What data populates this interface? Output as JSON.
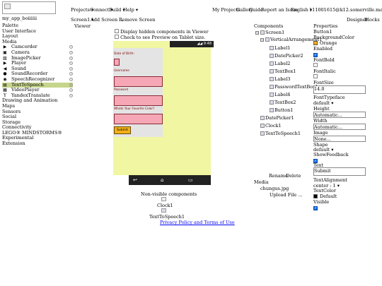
{
  "header": {
    "project_name": "my_app_boiiiiii",
    "nav": [
      "Projects ▾",
      "Connect ▾",
      "Build ▾",
      "Help ▾"
    ],
    "right_nav": [
      "My Projects",
      "Gallery",
      "Guide",
      "Report an Issue",
      "English ▾",
      "111001615@k12.somerville.ma.us ▾"
    ]
  },
  "toolbar": {
    "screen_select": "Screen1 ▾",
    "add_screen": "Add Screen ...",
    "remove_screen": "Remove Screen",
    "designer": "Designer",
    "blocks": "Blocks"
  },
  "palette": {
    "title": "Palette",
    "groups_top": [
      "User Interface",
      "Layout",
      "Media"
    ],
    "media_items": [
      {
        "label": "Camcorder",
        "icon": "camcorder-icon",
        "glyph": "▶"
      },
      {
        "label": "Camera",
        "icon": "camera-icon",
        "glyph": "▣"
      },
      {
        "label": "ImagePicker",
        "icon": "image-picker-icon",
        "glyph": "▨"
      },
      {
        "label": "Player",
        "icon": "player-icon",
        "glyph": "▶"
      },
      {
        "label": "Sound",
        "icon": "sound-icon",
        "glyph": "◀"
      },
      {
        "label": "SoundRecorder",
        "icon": "sound-recorder-icon",
        "glyph": "●"
      },
      {
        "label": "SpeechRecognizer",
        "icon": "speech-recognizer-icon",
        "glyph": "◉"
      },
      {
        "label": "TextToSpeech",
        "icon": "text-to-speech-icon",
        "glyph": "▤"
      },
      {
        "label": "VideoPlayer",
        "icon": "video-player-icon",
        "glyph": "▦"
      },
      {
        "label": "YandexTranslate",
        "icon": "yandex-translate-icon",
        "glyph": "Y"
      }
    ],
    "groups_bottom": [
      "Drawing and Animation",
      "Maps",
      "Sensors",
      "Social",
      "Storage",
      "Connectivity",
      "LEGO® MINDSTORMS®",
      "Experimental",
      "Extension"
    ],
    "help_glyph": "?",
    "selected_color": "#c6d58c"
  },
  "viewer": {
    "title": "Viewer",
    "option_hidden": "Display hidden components in Viewer",
    "option_preview": "Check to see Preview on Tablet size.",
    "status_time": "9:48",
    "labels": [
      "Date of Birth:",
      "Username",
      "Password",
      "Whats Your Favorite Color?"
    ],
    "submit": "Submit",
    "nav_icons": [
      "↩",
      "⌂",
      "▭"
    ],
    "nonvisible_title": "Non-visible components",
    "nonvisible": [
      "Clock1",
      "TextToSpeech1"
    ],
    "screen_color": "#f0f6a2"
  },
  "components": {
    "title": "Components",
    "tree": [
      {
        "label": "Screen1",
        "level": 0,
        "toggle": "−",
        "icon": "screen-icon"
      },
      {
        "label": "VerticalArrangement1",
        "level": 1,
        "toggle": "−",
        "icon": "vertical-arrangement-icon"
      },
      {
        "label": "Label1",
        "level": 2,
        "icon": "label-icon"
      },
      {
        "label": "DatePicker2",
        "level": 2,
        "icon": "datepicker-icon"
      },
      {
        "label": "Label2",
        "level": 2,
        "icon": "label-icon"
      },
      {
        "label": "TextBox1",
        "level": 2,
        "icon": "textbox-icon"
      },
      {
        "label": "Label3",
        "level": 2,
        "icon": "label-icon"
      },
      {
        "label": "PasswordTextBox1",
        "level": 2,
        "icon": "password-textbox-icon"
      },
      {
        "label": "Label4",
        "level": 2,
        "icon": "label-icon"
      },
      {
        "label": "TextBox2",
        "level": 2,
        "icon": "textbox-icon"
      },
      {
        "label": "Button1",
        "level": 2,
        "icon": "button-icon"
      },
      {
        "label": "DatePicker1",
        "level": 1,
        "icon": "datepicker-icon"
      },
      {
        "label": "Clock1",
        "level": 1,
        "icon": "clock-icon"
      },
      {
        "label": "TextToSpeech1",
        "level": 1,
        "icon": "text-to-speech-icon"
      }
    ],
    "rename": "Rename",
    "delete": "Delete",
    "media_title": "Media",
    "media_file": "chungus.jpg",
    "upload": "Upload File ..."
  },
  "properties": {
    "title": "Properties",
    "component": "Button1",
    "background_color_label": "BackgroundColor",
    "background_color_value": "Orange",
    "background_color_hex": "#f2b01a",
    "enabled_label": "Enabled",
    "fontbold_label": "FontBold",
    "fontitalic_label": "FontItalic",
    "fontsize_label": "FontSize",
    "fontsize_value": "14.0",
    "fonttypeface_label": "FontTypeface",
    "fonttypeface_value": "default ▾",
    "height_label": "Height",
    "height_value": "Automatic...",
    "width_label": "Width",
    "width_value": "Automatic...",
    "image_label": "Image",
    "image_value": "None...",
    "shape_label": "Shape",
    "shape_value": "default ▾",
    "showfeedback_label": "ShowFeedback",
    "text_label": "Text",
    "text_value": "Submit",
    "textalignment_label": "TextAlignment",
    "textalignment_value": "center : 1 ▾",
    "textcolor_label": "TextColor",
    "textcolor_value": "Default",
    "textcolor_hex": "#000000",
    "visible_label": "Visible",
    "check_glyph": "✓"
  },
  "footer": {
    "privacy": "Privacy Policy and Terms of Use"
  }
}
